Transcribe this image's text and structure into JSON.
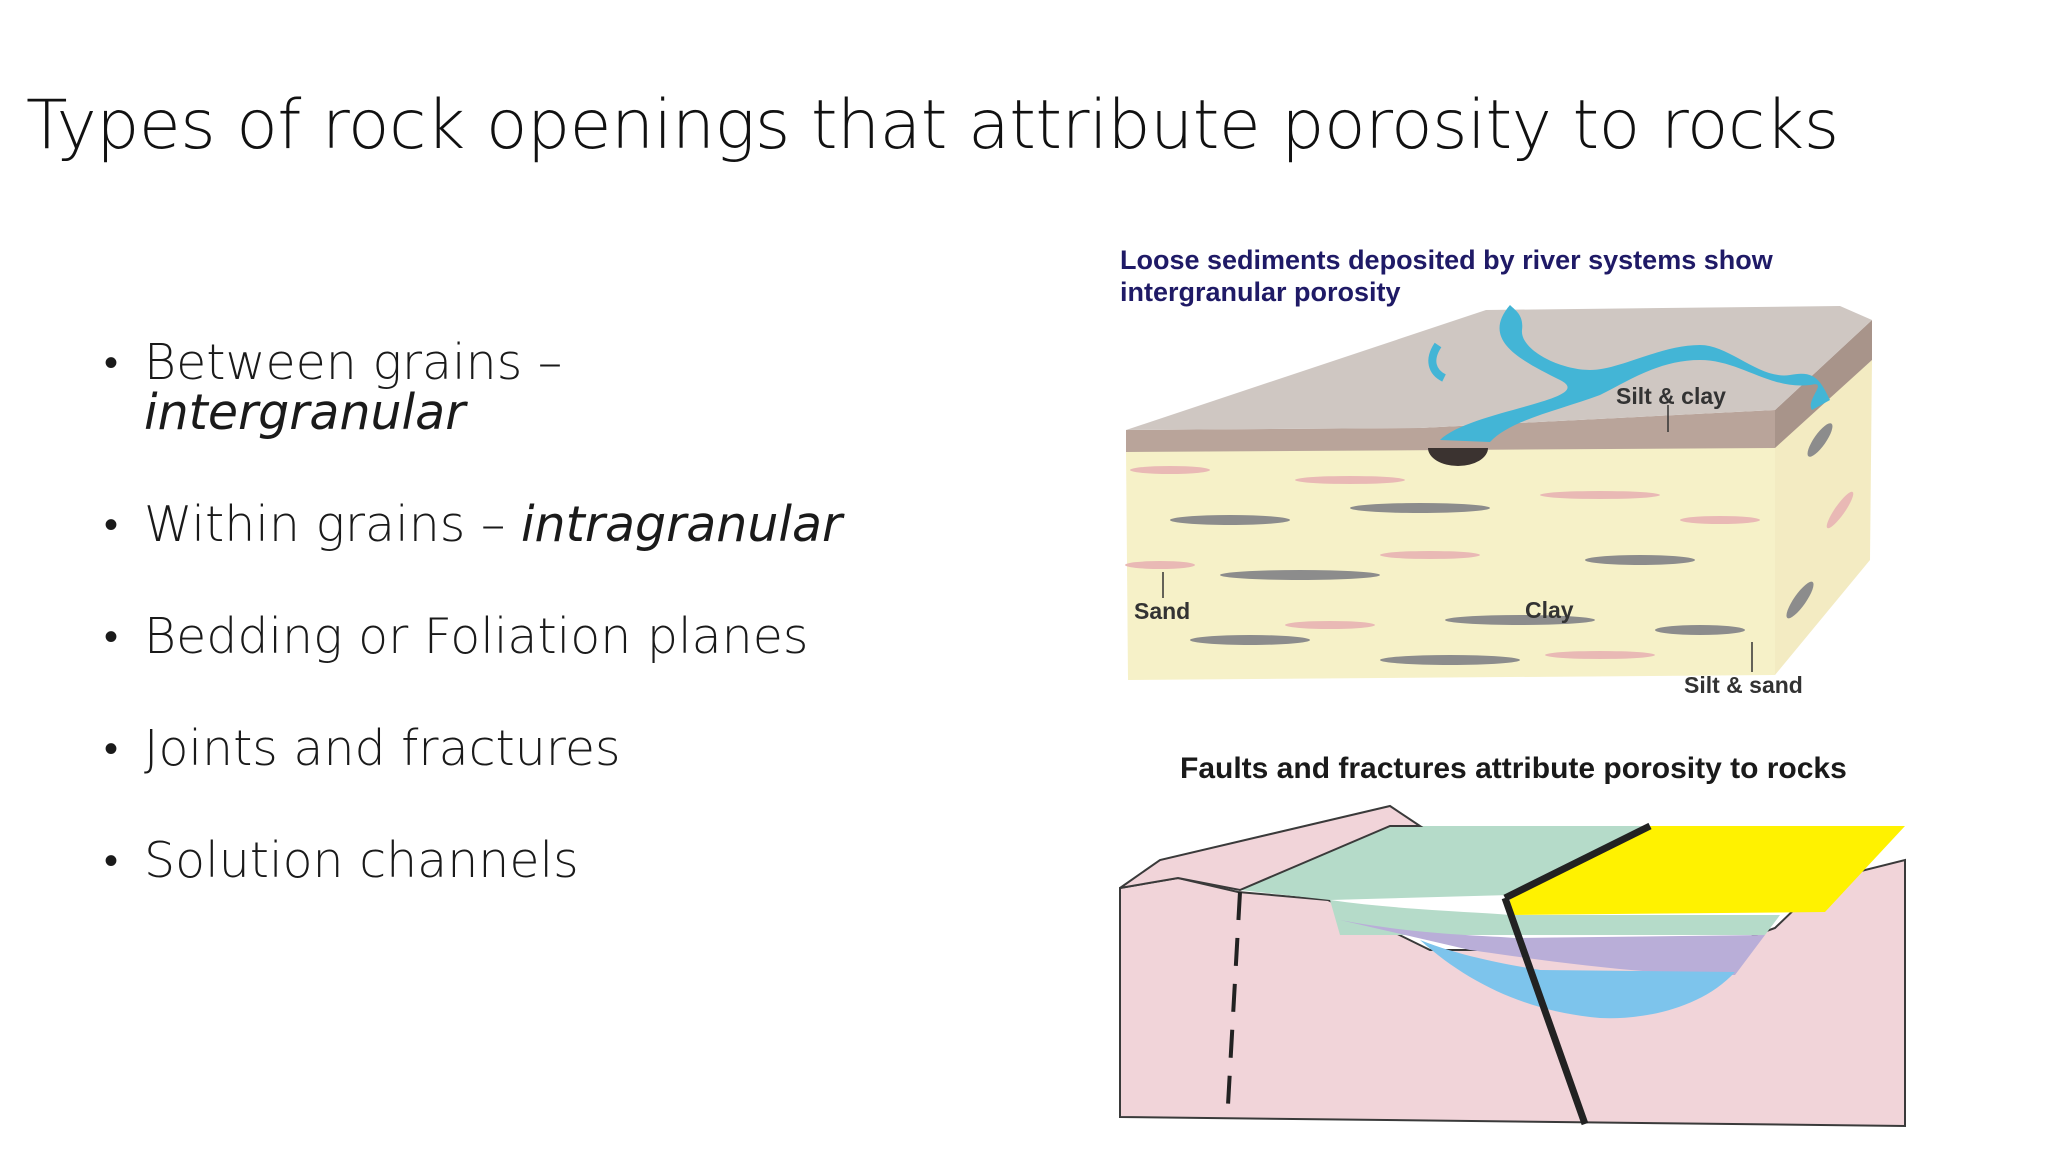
{
  "slide": {
    "title": "Types of rock openings that attribute porosity to rocks"
  },
  "bullets": [
    {
      "text": "Between grains – ",
      "em": "intergranular"
    },
    {
      "text": "Within grains – ",
      "em": "intragranular"
    },
    {
      "text": "Bedding or Foliation planes",
      "em": ""
    },
    {
      "text": "Joints and fractures",
      "em": ""
    },
    {
      "text": "Solution channels",
      "em": ""
    }
  ],
  "figure_top": {
    "caption": "Loose sediments deposited by river systems show intergranular porosity",
    "labels": {
      "silt_clay": "Silt & clay",
      "sand": "Sand",
      "clay": "Clay",
      "silt_sand": "Silt & sand"
    }
  },
  "figure_bottom": {
    "caption": "Faults and fractures attribute porosity to rocks"
  },
  "colors": {
    "river": "#43b5d6",
    "sediment_top": "#cfc7c2",
    "sand": "#f6f1c8",
    "clay_lens": "#8c8c8c",
    "pink_lens": "#e9b9b5",
    "block": "#f1d4d9",
    "green_layer": "#b5dbc9",
    "purple_layer": "#b9aed8",
    "blue_layer": "#7dc4ec",
    "yellow_layer": "#fff200",
    "caption_blue": "#1f1a66"
  }
}
